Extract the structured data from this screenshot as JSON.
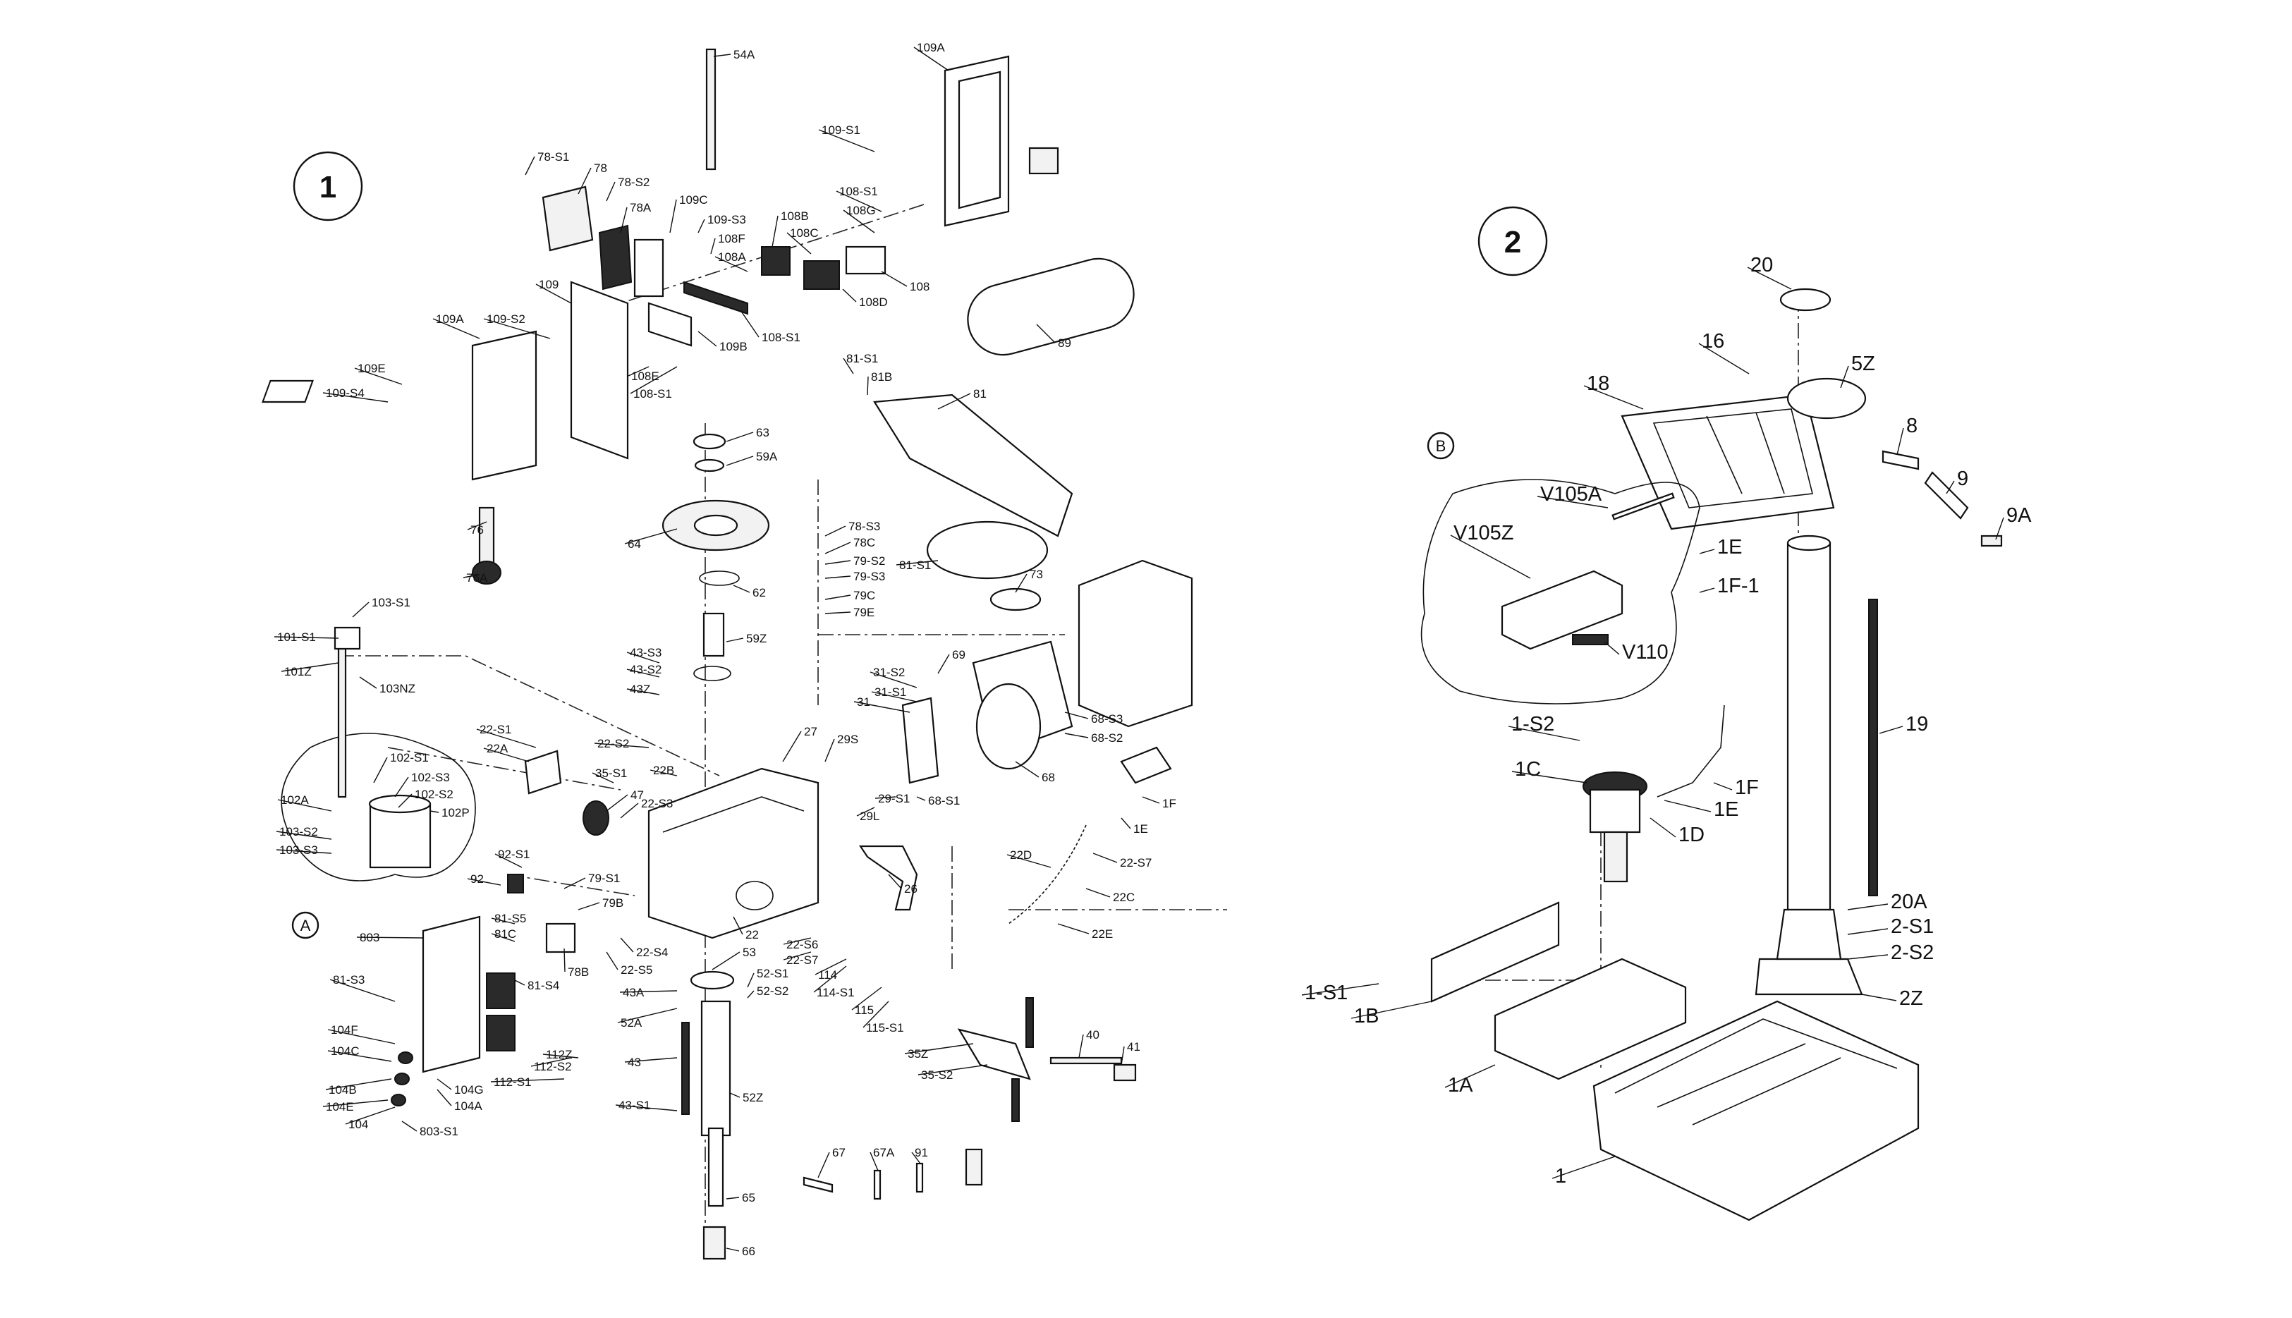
{
  "panel_numbers": {
    "panel1": "1",
    "panel2": "2"
  },
  "detail_markers": {
    "a": "A",
    "b": "B"
  },
  "labels1": [
    "54A",
    "109A",
    "109-S1",
    "108-S1",
    "108G",
    "78-S1",
    "78",
    "78-S2",
    "78A",
    "109C",
    "109-S3",
    "108B",
    "108C",
    "108F",
    "108A",
    "108D",
    "108",
    "109",
    "109-S2",
    "109B",
    "108-S1",
    "108E",
    "108-S1",
    "89",
    "109A",
    "109E",
    "109-S4",
    "81-S1",
    "81B",
    "81",
    "63",
    "59A",
    "76",
    "64",
    "81-S1",
    "76A",
    "78-S3",
    "78C",
    "79-S2",
    "79-S3",
    "73",
    "62",
    "79C",
    "79E",
    "103-S1",
    "101-S1",
    "59Z",
    "43-S3",
    "43-S2",
    "101Z",
    "103NZ",
    "43Z",
    "69",
    "31-S2",
    "31-S1",
    "31",
    "68-S3",
    "68-S2",
    "22-S1",
    "22A",
    "27",
    "29S",
    "22-S2",
    "68",
    "102-S1",
    "102-S3",
    "102-S2",
    "102A",
    "102P",
    "35-S1",
    "47",
    "22B",
    "29-S1",
    "68-S1",
    "22-S3",
    "103-S2",
    "103-S3",
    "29L",
    "22D",
    "22-S7",
    "26",
    "1F",
    "1E",
    "92-S1",
    "92",
    "79-S1",
    "79B",
    "22C",
    "81-S5",
    "81C",
    "803",
    "78B",
    "81-S4",
    "22-S4",
    "22-S6",
    "22-S5",
    "22-S7",
    "22E",
    "22",
    "53",
    "52-S1",
    "52-S2",
    "114",
    "114-S1",
    "43A",
    "81-S3",
    "52A",
    "115",
    "115-S1",
    "104F",
    "104C",
    "112Z",
    "104B",
    "104E",
    "104G",
    "104A",
    "112-S2",
    "112-S1",
    "43",
    "52Z",
    "35Z",
    "35-S2",
    "40",
    "41",
    "104",
    "803-S1",
    "43-S1",
    "67",
    "67A",
    "91",
    "65",
    "66"
  ],
  "labels2": [
    "20",
    "16",
    "5Z",
    "18",
    "8",
    "9",
    "V105A",
    "9A",
    "V105Z",
    "1E",
    "1F-1",
    "V110",
    "19",
    "1-S2",
    "1C",
    "1F",
    "1E",
    "1D",
    "20A",
    "2-S1",
    "2-S2",
    "1-S1",
    "2Z",
    "1B",
    "1A",
    "1"
  ]
}
